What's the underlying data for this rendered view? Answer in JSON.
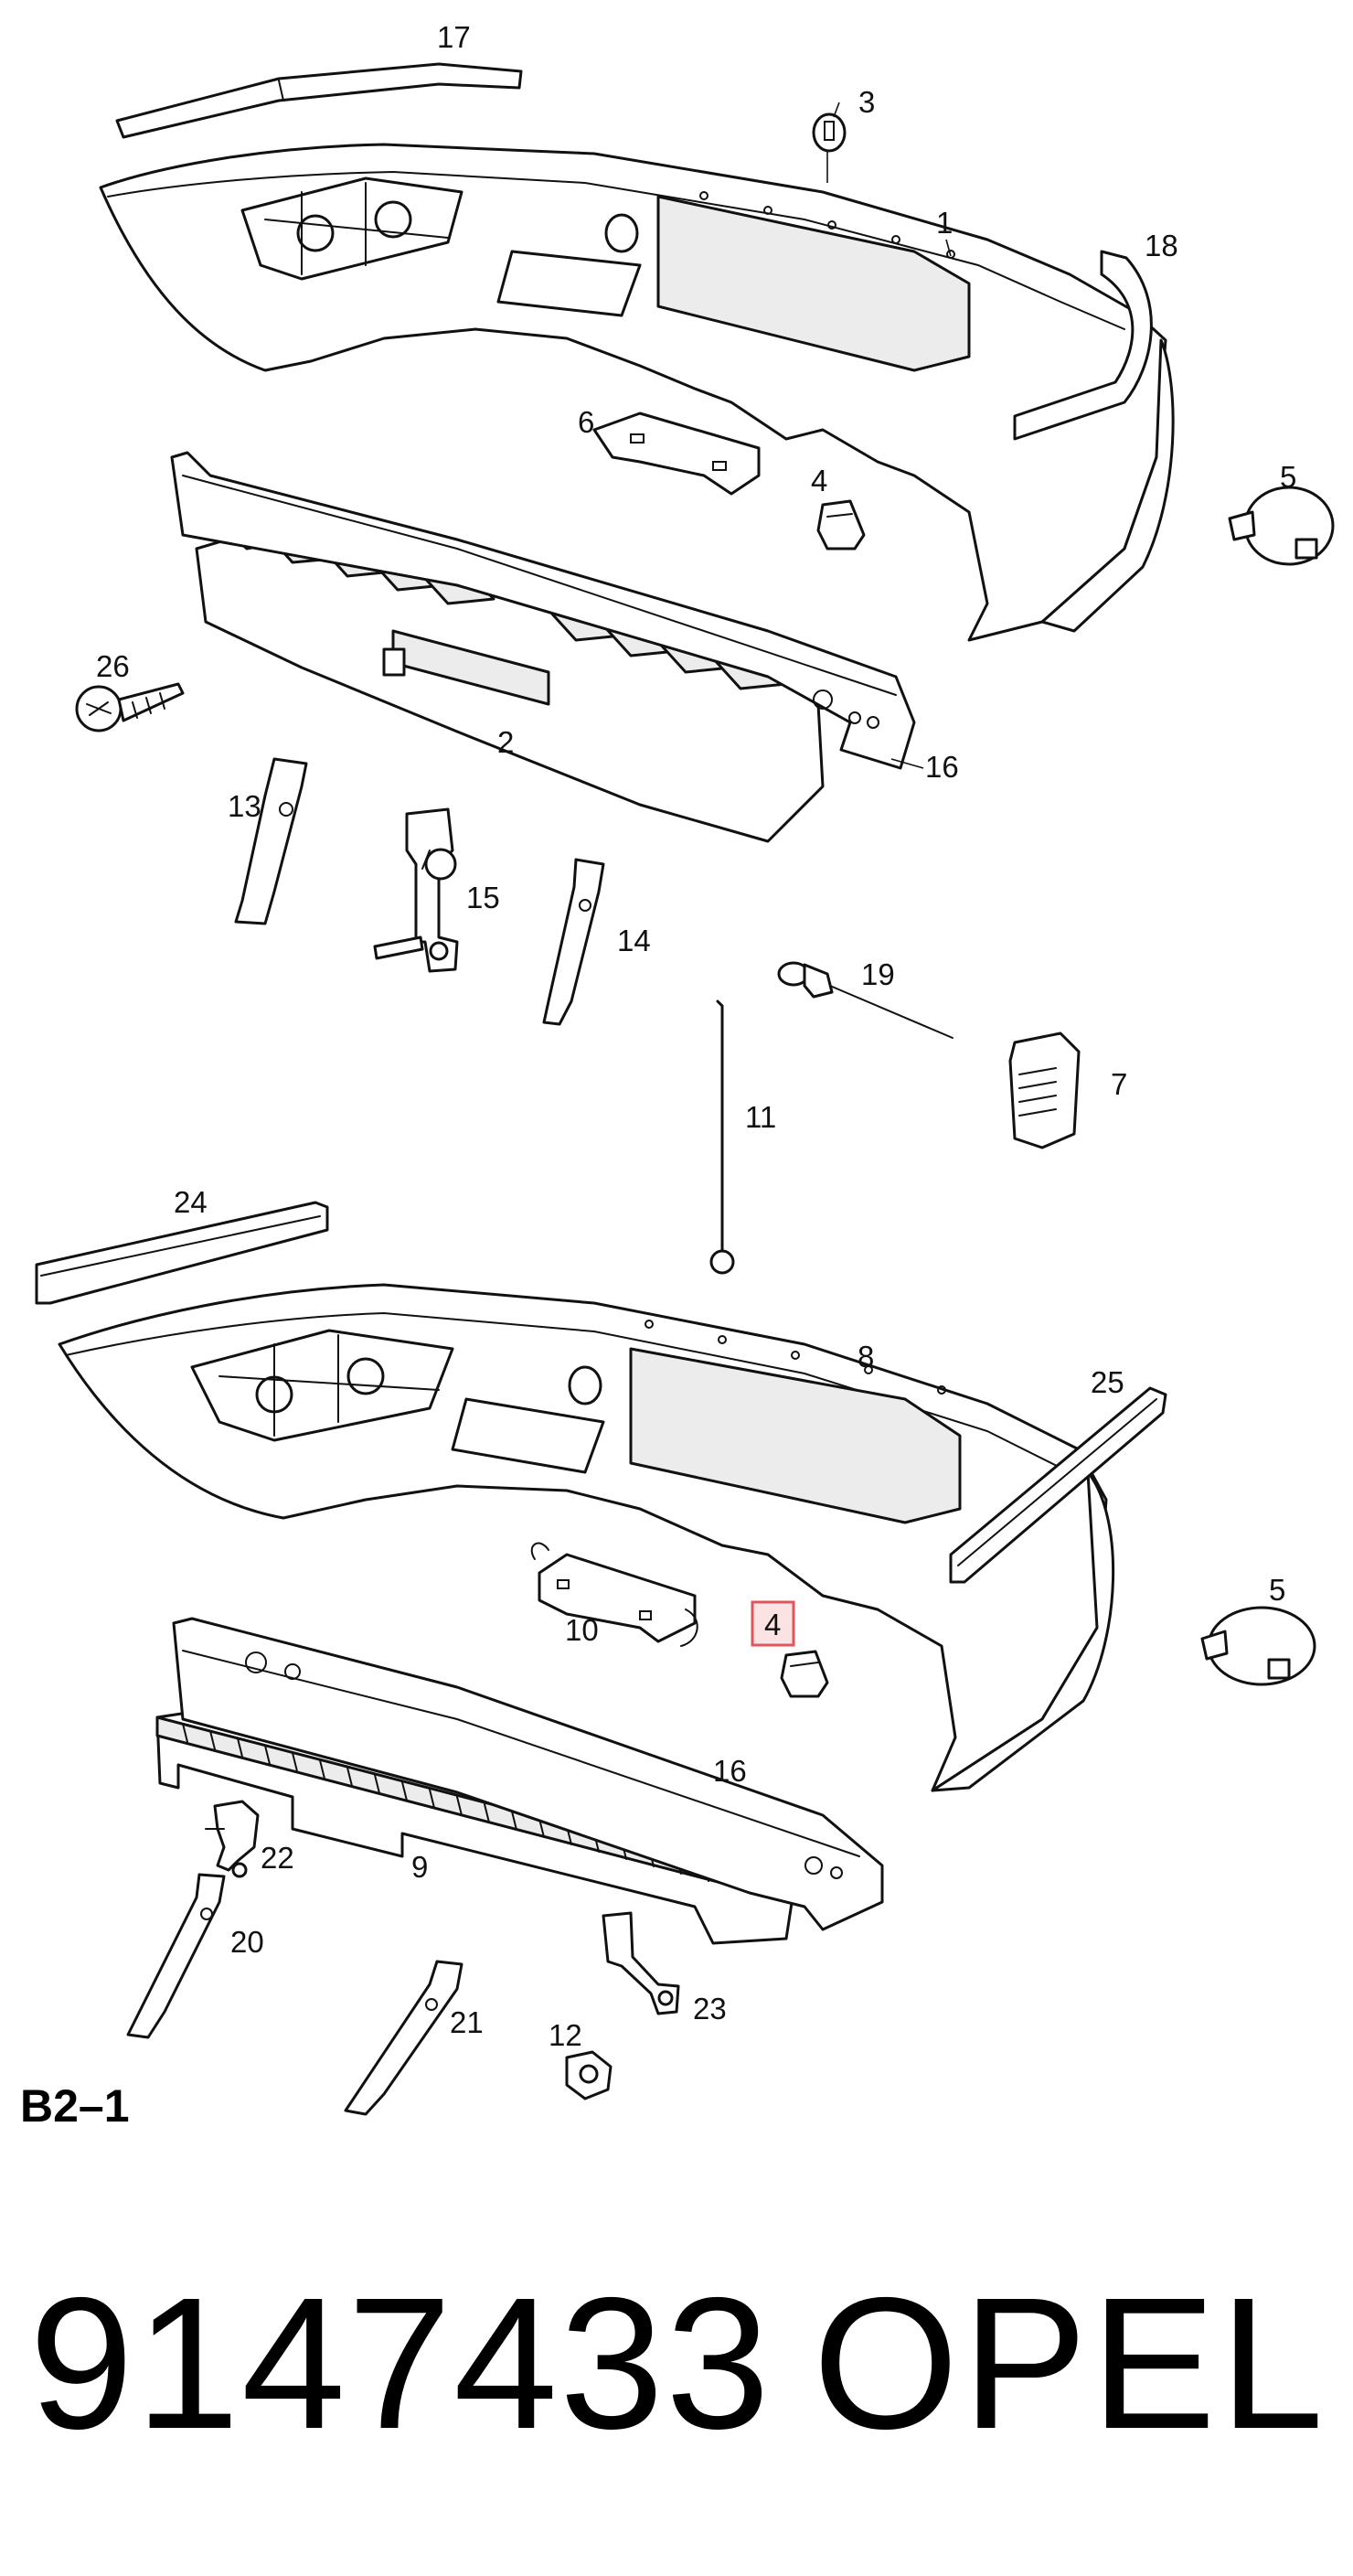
{
  "diagram": {
    "code": "B2–1",
    "callouts": {
      "c1": "1",
      "c2": "2",
      "c3": "3",
      "c4a": "4",
      "c4b": "4",
      "c5a": "5",
      "c5b": "5",
      "c6": "6",
      "c7": "7",
      "c8": "8",
      "c9": "9",
      "c10": "10",
      "c11": "11",
      "c12": "12",
      "c13": "13",
      "c14": "14",
      "c15": "15",
      "c16a": "16",
      "c16b": "16",
      "c17": "17",
      "c18": "18",
      "c19": "19",
      "c20": "20",
      "c21": "21",
      "c22": "22",
      "c23": "23",
      "c24": "24",
      "c25": "25",
      "c26": "26"
    },
    "highlighted_callout": "4"
  },
  "footer": {
    "part_number": "9147433",
    "brand": "OPEL"
  },
  "colors": {
    "line": "#111111",
    "highlight_fill": "#fbe3e4",
    "highlight_stroke": "#e0565d",
    "background": "#ffffff"
  }
}
